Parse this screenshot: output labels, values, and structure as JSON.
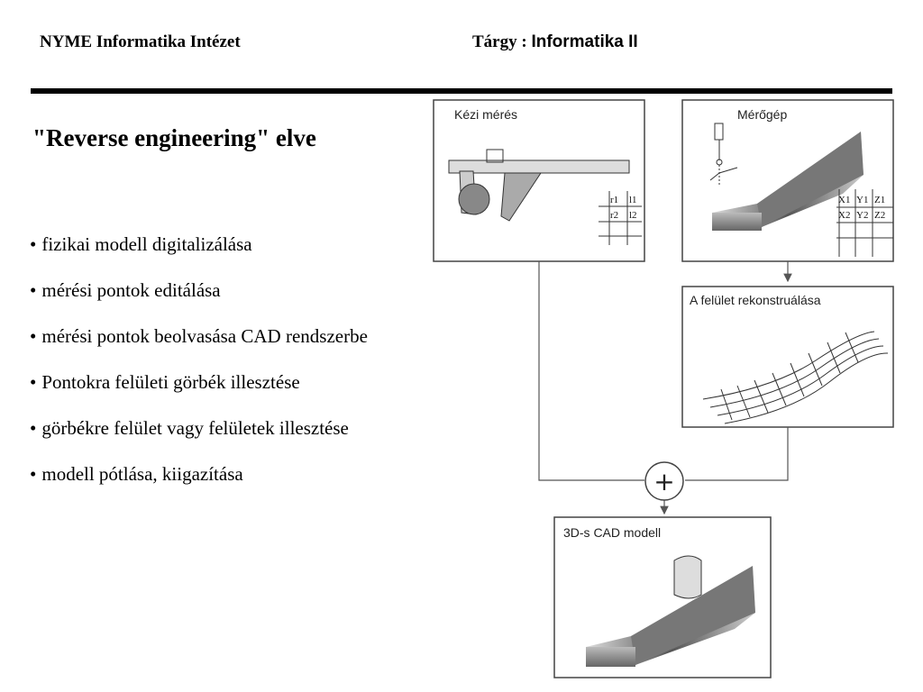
{
  "header": {
    "institute": "NYME Informatika Intézet",
    "subject_label": "Tárgy :",
    "subject_value": "Informatika II"
  },
  "slide": {
    "title": "\"Reverse engineering\" elve",
    "bullet_symbol": "•",
    "bullets": [
      "fizikai modell digitalizálása",
      "mérési pontok editálása",
      "mérési pontok beolvasása CAD rendszerbe",
      "Pontokra felületi görbék illesztése",
      "görbékre felület vagy felületek illesztése",
      "modell pótlása, kiigazítása"
    ]
  },
  "diagram": {
    "manual_box": {
      "label": "Kézi mérés",
      "table": [
        [
          "r1",
          "l1"
        ],
        [
          "r2",
          "l2"
        ]
      ]
    },
    "machine_box": {
      "label": "Mérőgép",
      "table": [
        [
          "X1",
          "Y1",
          "Z1"
        ],
        [
          "X2",
          "Y2",
          "Z2"
        ]
      ]
    },
    "reconstruction_box": {
      "label": "A felület rekonstruálása"
    },
    "plus_symbol": "+",
    "cad_box": {
      "label": "3D-s CAD modell"
    }
  },
  "colors": {
    "rule": "#000000",
    "box_border": "#444444",
    "gradient_dark": "#555555",
    "gradient_light": "#eeeeee"
  }
}
